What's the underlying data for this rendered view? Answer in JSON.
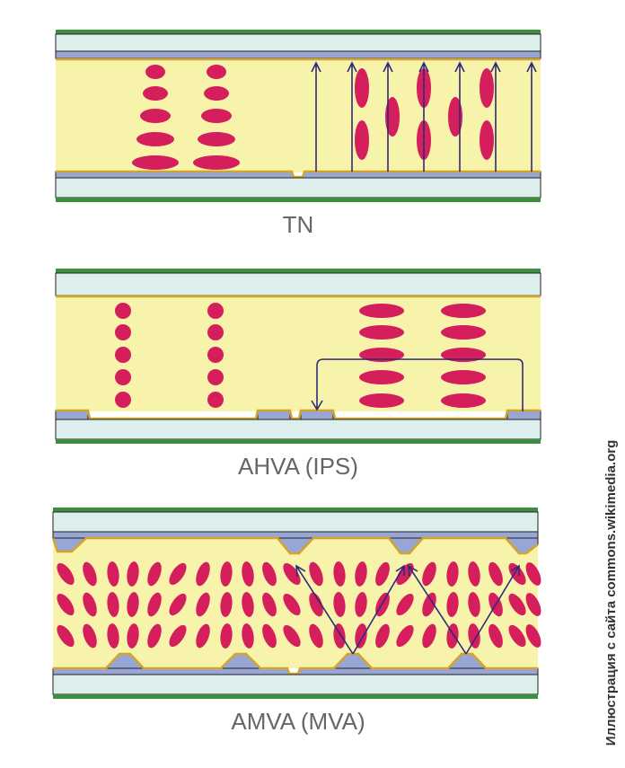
{
  "panels": [
    {
      "id": "tn",
      "label": "TN"
    },
    {
      "id": "ahva",
      "label": "AHVA (IPS)"
    },
    {
      "id": "amva",
      "label": "AMVA (MVA)"
    }
  ],
  "credit": "Иллюстрация с сайта commons.wikimedia.org",
  "colors": {
    "liquid_crystal_layer": "#f7f3aa",
    "glass_substrate": "#ddefec",
    "polarizer": "#3c8f3c",
    "electrode": "#98a6d6",
    "alignment_layer": "#d2a52a",
    "molecule": "#d41f5c",
    "field_line": "#2d2b7a"
  }
}
